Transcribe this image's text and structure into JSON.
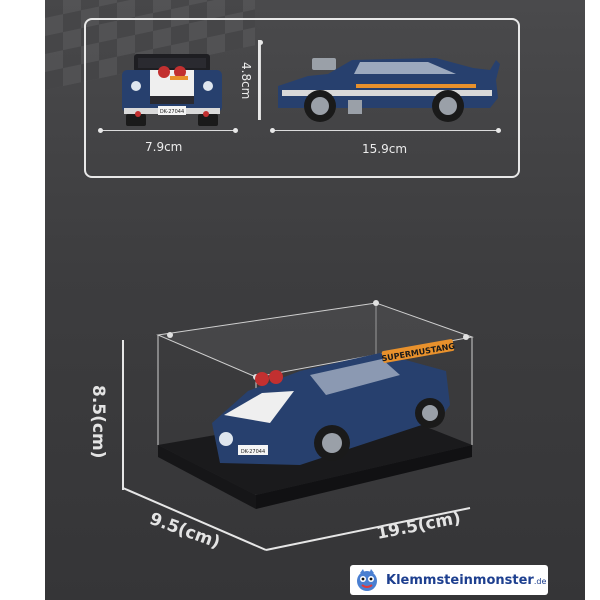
{
  "dimensions": {
    "car_front_width": "7.9cm",
    "car_height": "4.8cm",
    "car_length": "15.9cm",
    "case_height": "8.5(cm)",
    "case_depth": "9.5(cm)",
    "case_length": "19.5(cm)"
  },
  "car": {
    "badge_text": "SUPERMUSTANG",
    "plate_text": "DK-27044"
  },
  "brand": {
    "logo_text": "Klemmsteinmonster",
    "logo_suffix": ".de"
  },
  "colors": {
    "background": "#3d3d3f",
    "car_blue": "#27406e",
    "car_white": "#efefef",
    "accent_orange": "#e8912c",
    "logo_blue": "#1d3f8f"
  }
}
